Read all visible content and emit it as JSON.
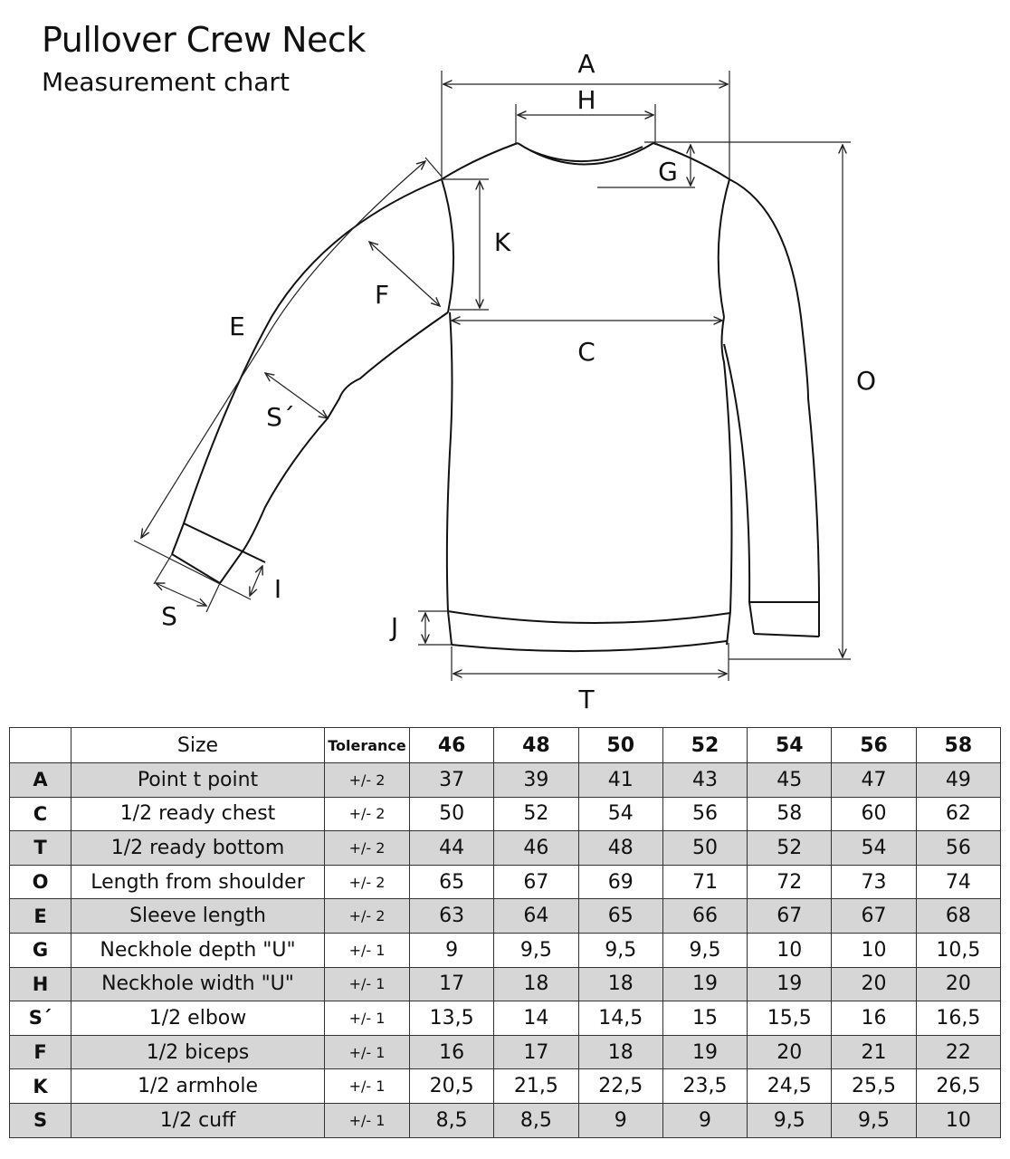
{
  "title": "Pullover Crew Neck",
  "subtitle": "Measurement chart",
  "diagram": {
    "labels": {
      "A": "A",
      "H": "H",
      "G": "G",
      "K": "K",
      "F": "F",
      "E": "E",
      "C": "C",
      "O": "O",
      "S_elbow": "S´",
      "I": "I",
      "S": "S",
      "J": "J",
      "T": "T"
    }
  },
  "table": {
    "header": {
      "size_label": "Size",
      "tolerance_label": "Tolerance",
      "sizes": [
        "46",
        "48",
        "50",
        "52",
        "54",
        "56",
        "58"
      ]
    },
    "rows": [
      {
        "code": "A",
        "name": "Point t point",
        "tolerance": "+/- 2",
        "values": [
          "37",
          "39",
          "41",
          "43",
          "45",
          "47",
          "49"
        ]
      },
      {
        "code": "C",
        "name": "1/2 ready chest",
        "tolerance": "+/- 2",
        "values": [
          "50",
          "52",
          "54",
          "56",
          "58",
          "60",
          "62"
        ]
      },
      {
        "code": "T",
        "name": "1/2 ready bottom",
        "tolerance": "+/- 2",
        "values": [
          "44",
          "46",
          "48",
          "50",
          "52",
          "54",
          "56"
        ]
      },
      {
        "code": "O",
        "name": "Length from shoulder",
        "tolerance": "+/- 2",
        "values": [
          "65",
          "67",
          "69",
          "71",
          "72",
          "73",
          "74"
        ]
      },
      {
        "code": "E",
        "name": "Sleeve length",
        "tolerance": "+/- 2",
        "values": [
          "63",
          "64",
          "65",
          "66",
          "67",
          "67",
          "68"
        ]
      },
      {
        "code": "G",
        "name": "Neckhole depth \"U\"",
        "tolerance": "+/- 1",
        "values": [
          "9",
          "9,5",
          "9,5",
          "9,5",
          "10",
          "10",
          "10,5"
        ]
      },
      {
        "code": "H",
        "name": "Neckhole width \"U\"",
        "tolerance": "+/- 1",
        "values": [
          "17",
          "18",
          "18",
          "19",
          "19",
          "20",
          "20"
        ]
      },
      {
        "code": "S´",
        "name": "1/2 elbow",
        "tolerance": "+/- 1",
        "values": [
          "13,5",
          "14",
          "14,5",
          "15",
          "15,5",
          "16",
          "16,5"
        ]
      },
      {
        "code": "F",
        "name": "1/2 biceps",
        "tolerance": "+/- 1",
        "values": [
          "16",
          "17",
          "18",
          "19",
          "20",
          "21",
          "22"
        ]
      },
      {
        "code": "K",
        "name": "1/2 armhole",
        "tolerance": "+/- 1",
        "values": [
          "20,5",
          "21,5",
          "22,5",
          "23,5",
          "24,5",
          "25,5",
          "26,5"
        ]
      },
      {
        "code": "S",
        "name": "1/2 cuff",
        "tolerance": "+/- 1",
        "values": [
          "8,5",
          "8,5",
          "9",
          "9",
          "9,5",
          "9,5",
          "10"
        ]
      }
    ]
  }
}
